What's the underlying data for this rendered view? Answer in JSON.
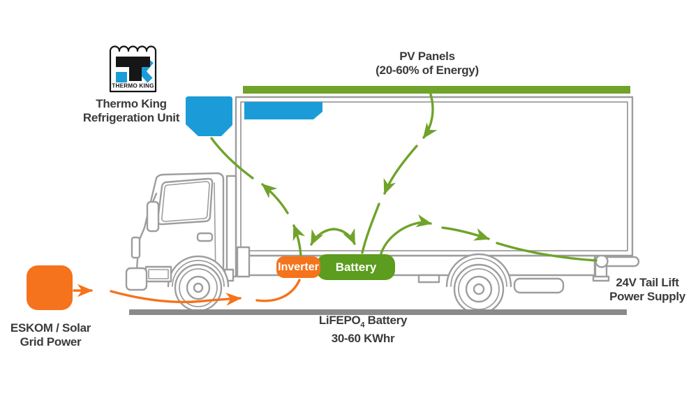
{
  "logo": {
    "brand": "THERMO KING"
  },
  "labels": {
    "refrigeration_unit": {
      "line1": "Thermo King",
      "line2": "Refrigeration Unit"
    },
    "pv_panels": {
      "line1": "PV Panels",
      "line2": "(20-60% of Energy)"
    },
    "grid_power": {
      "line1": "ESKOM / Solar",
      "line2": "Grid Power"
    },
    "tail_lift": {
      "line1": "24V Tail Lift",
      "line2": "Power Supply"
    },
    "battery_spec": {
      "prefix": "LiFEPO",
      "subscript": "4",
      "suffix": " Battery",
      "line2": "30-60 KWhr"
    }
  },
  "badges": {
    "inverter": "Inverter",
    "battery": "Battery"
  },
  "colors": {
    "energy_green": "#6fa32a",
    "battery_badge_green": "#5c9c1e",
    "grid_orange": "#f4731c",
    "refrigeration_blue": "#1b9cd8",
    "truck_outline_gray": "#9d9d9d",
    "ground_gray": "#8a8a8a",
    "text_dark": "#3b3b3b"
  }
}
